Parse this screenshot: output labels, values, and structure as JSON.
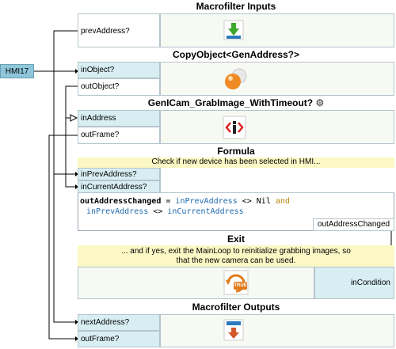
{
  "macro_inputs": {
    "title": "Macrofilter Inputs",
    "port": "prevAddress?",
    "icon": "download-icon"
  },
  "copy_object": {
    "title": "CopyObject<GenAddress?>",
    "in_port": "inObject?",
    "out_port": "outObject?",
    "icon": "sphere-icon"
  },
  "hmi_tag": "HMI17",
  "grab": {
    "title": "GenICam_GrabImage_WithTimeout?",
    "in_port": "inAddress",
    "out_port": "outFrame?",
    "icon": "camera-info-icon"
  },
  "formula": {
    "title": "Formula",
    "note": "Check if new device has been selected in HMI...",
    "in_port1": "inPrevAddress?",
    "in_port2": "inCurrentAddress?",
    "code_line1_name": "outAddressChanged",
    "code_line1_eq": " = ",
    "code_line1_var1": "inPrevAddress",
    "code_line1_op": " <> Nil ",
    "code_line1_and": "and",
    "code_line2_var1": "inPrevAddress",
    "code_line2_op": " <> ",
    "code_line2_var2": "inCurrentAddress",
    "out_port": "outAddressChanged"
  },
  "exit": {
    "title": "Exit",
    "note_line1": "... and if yes, exit the MainLoop to reinitialize grabbing images, so",
    "note_line2": "that the new camera can be used.",
    "in_port": "inCondition",
    "icon": "true-badge-icon",
    "icon_text": "TRUE"
  },
  "macro_outputs": {
    "title": "Macrofilter Outputs",
    "port1": "nextAddress?",
    "port2": "outFrame?",
    "icon": "upload-icon"
  }
}
